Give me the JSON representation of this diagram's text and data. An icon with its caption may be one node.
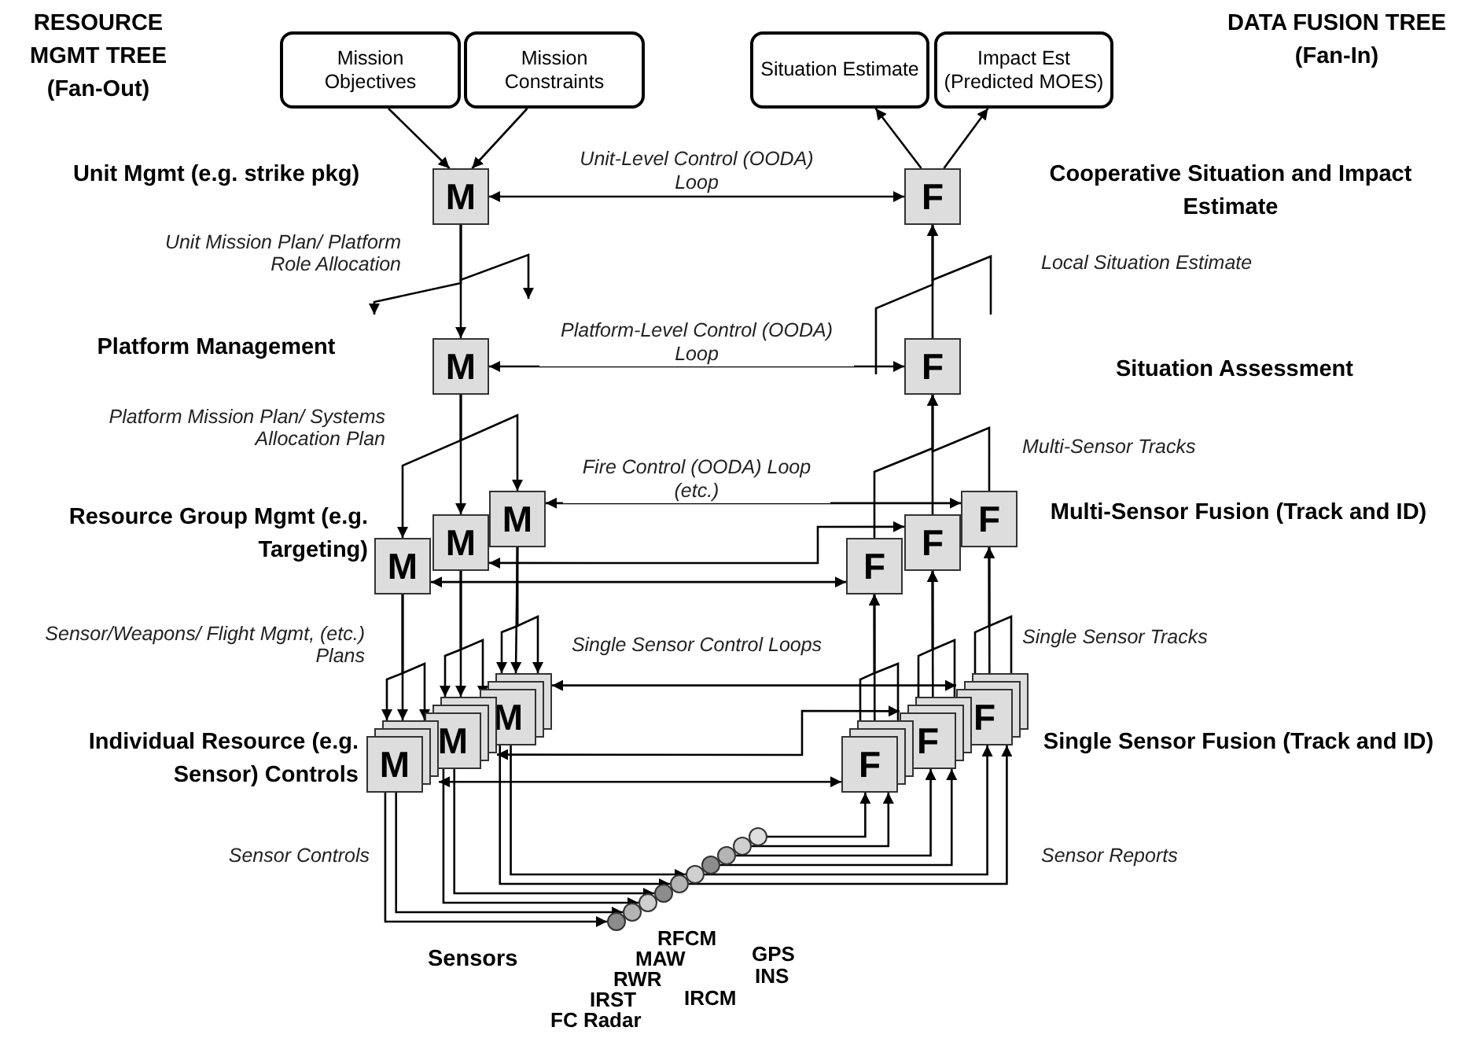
{
  "diagram": {
    "nodes": [
      {
        "text": [
          "Mission Objectives"
        ]
      },
      {
        "text": [
          "Mission Constraints"
        ]
      },
      {
        "text": [
          "Situation Estimate"
        ]
      },
      {
        "text": [
          "Impact Est (Predicted MOES)"
        ]
      },
      {
        "text": [
          "M"
        ]
      },
      {
        "text": [
          "F"
        ]
      },
      {
        "text": [
          "M"
        ]
      },
      {
        "text": [
          "F"
        ]
      },
      {
        "text": [
          "M"
        ]
      },
      {
        "text": [
          "M"
        ]
      },
      {
        "text": [
          "M"
        ]
      },
      {
        "text": [
          "F"
        ]
      },
      {
        "text": [
          "F"
        ]
      },
      {
        "text": [
          "F"
        ]
      },
      {
        "text": [
          "M"
        ]
      },
      {
        "text": [
          "M"
        ]
      },
      {
        "text": [
          "M"
        ]
      },
      {
        "text": [
          "F"
        ]
      },
      {
        "text": [
          "F"
        ]
      },
      {
        "text": [
          "F"
        ]
      },
      {
        "text": [],
        "shape": "circle"
      },
      {
        "text": [],
        "shape": "circle"
      },
      {
        "text": [],
        "shape": "circle"
      },
      {
        "text": [],
        "shape": "circle"
      },
      {
        "text": [],
        "shape": "circle"
      },
      {
        "text": [],
        "shape": "circle"
      },
      {
        "text": [],
        "shape": "circle"
      },
      {
        "text": [],
        "shape": "circle"
      },
      {
        "text": [],
        "shape": "circle"
      },
      {
        "text": [],
        "shape": "circle"
      }
    ],
    "edges": [
      {
        "from": 0,
        "to": 4,
        "arrow": "to"
      },
      {
        "from": 1,
        "to": 4,
        "arrow": "to"
      },
      {
        "from": 5,
        "to": 2,
        "arrow": "to"
      },
      {
        "from": 5,
        "to": 3,
        "arrow": "to"
      },
      {
        "from": 4,
        "to": 5,
        "arrow": "both",
        "label": "Unit-Level Control (OODA) Loop"
      },
      {
        "from": 4,
        "to": 6,
        "arrow": "to"
      },
      {
        "from": 4,
        "to": null,
        "arrow": "to"
      },
      {
        "from": 4,
        "to": null,
        "arrow": "to"
      },
      {
        "from": 6,
        "to": 7,
        "arrow": "both",
        "label": "Platform-Level Control (OODA) Loop"
      },
      {
        "from": 7,
        "to": 5,
        "arrow": "to"
      },
      {
        "from": null,
        "to": 5,
        "arrow": "to"
      },
      {
        "from": null,
        "to": 5,
        "arrow": "to"
      },
      {
        "from": 6,
        "to": 8,
        "arrow": "to"
      },
      {
        "from": 6,
        "to": 9,
        "arrow": "to"
      },
      {
        "from": 6,
        "to": 10,
        "arrow": "to"
      },
      {
        "from": 11,
        "to": 7,
        "arrow": "to"
      },
      {
        "from": 12,
        "to": 7,
        "arrow": "to"
      },
      {
        "from": 13,
        "to": 7,
        "arrow": "to"
      },
      {
        "from": 8,
        "to": 11,
        "arrow": "both"
      },
      {
        "from": 9,
        "to": 12,
        "arrow": "both"
      },
      {
        "from": 10,
        "to": 13,
        "arrow": "both",
        "label": "Fire Control (OODA) Loop (etc.)"
      },
      {
        "from": 8,
        "to": 14,
        "arrow": "to"
      },
      {
        "from": 9,
        "to": 15,
        "arrow": "to"
      },
      {
        "from": 10,
        "to": 16,
        "arrow": "to"
      },
      {
        "from": 17,
        "to": 11,
        "arrow": "to"
      },
      {
        "from": 18,
        "to": 12,
        "arrow": "to"
      },
      {
        "from": 19,
        "to": 13,
        "arrow": "to"
      },
      {
        "from": 14,
        "to": 17,
        "arrow": "both"
      },
      {
        "from": 15,
        "to": 18,
        "arrow": "both"
      },
      {
        "from": 16,
        "to": 19,
        "arrow": "both",
        "label": "Single Sensor Control Loops"
      },
      {
        "from": 14,
        "to": 20,
        "arrow": "to"
      },
      {
        "from": 14,
        "to": 21,
        "arrow": "to"
      },
      {
        "from": 15,
        "to": 22,
        "arrow": "to"
      },
      {
        "from": 15,
        "to": 23,
        "arrow": "to"
      },
      {
        "from": 16,
        "to": 24,
        "arrow": "to"
      },
      {
        "from": 16,
        "to": 25,
        "arrow": "to"
      },
      {
        "from": 24,
        "to": 19,
        "arrow": "to"
      },
      {
        "from": 25,
        "to": 19,
        "arrow": "to"
      },
      {
        "from": 26,
        "to": 18,
        "arrow": "to"
      },
      {
        "from": 27,
        "to": 18,
        "arrow": "to"
      },
      {
        "from": 28,
        "to": 17,
        "arrow": "to"
      },
      {
        "from": 29,
        "to": 17,
        "arrow": "to"
      },
      {
        "from": 8,
        "to": 14,
        "arrow": "to"
      },
      {
        "from": 8,
        "to": 14,
        "arrow": "to"
      },
      {
        "from": 9,
        "to": 15,
        "arrow": "to"
      },
      {
        "from": 9,
        "to": 15,
        "arrow": "to"
      },
      {
        "from": 10,
        "to": 16,
        "arrow": "to"
      },
      {
        "from": 10,
        "to": 16,
        "arrow": "to"
      },
      {
        "from": 17,
        "to": 11,
        "arrow": "to"
      },
      {
        "from": 17,
        "to": 11,
        "arrow": "to"
      },
      {
        "from": 18,
        "to": 12,
        "arrow": "to"
      },
      {
        "from": 18,
        "to": 12,
        "arrow": "to"
      },
      {
        "from": 19,
        "to": 13,
        "arrow": "to"
      },
      {
        "from": 19,
        "to": 13,
        "arrow": "to"
      }
    ],
    "labels": [
      "RESOURCE MGMT TREE (Fan-Out)",
      "DATA FUSION TREE (Fan-In)",
      "Unit Mgmt (e.g. strike pkg)",
      "Cooperative Situation and Impact Estimate",
      "Unit Mission Plan/ Platform Role Allocation",
      "Local Situation Estimate",
      "Platform Management",
      "Situation Assessment",
      "Platform Mission Plan/ Systems Allocation Plan",
      "Multi-Sensor Tracks",
      "Resource Group Mgmt (e.g. Targeting)",
      "Multi-Sensor Fusion (Track and ID)",
      "Sensor/Weapons/ Flight Mgmt, (etc.) Plans",
      "Single Sensor Tracks",
      "Individual Resource (e.g. Sensor) Controls",
      "Single Sensor Fusion (Track and ID)",
      "Sensor Controls",
      "Sensor Reports",
      "Sensors",
      "RFCM",
      "MAW",
      "GPS",
      "RWR",
      "INS",
      "IRST",
      "IRCM",
      "FC Radar"
    ]
  }
}
